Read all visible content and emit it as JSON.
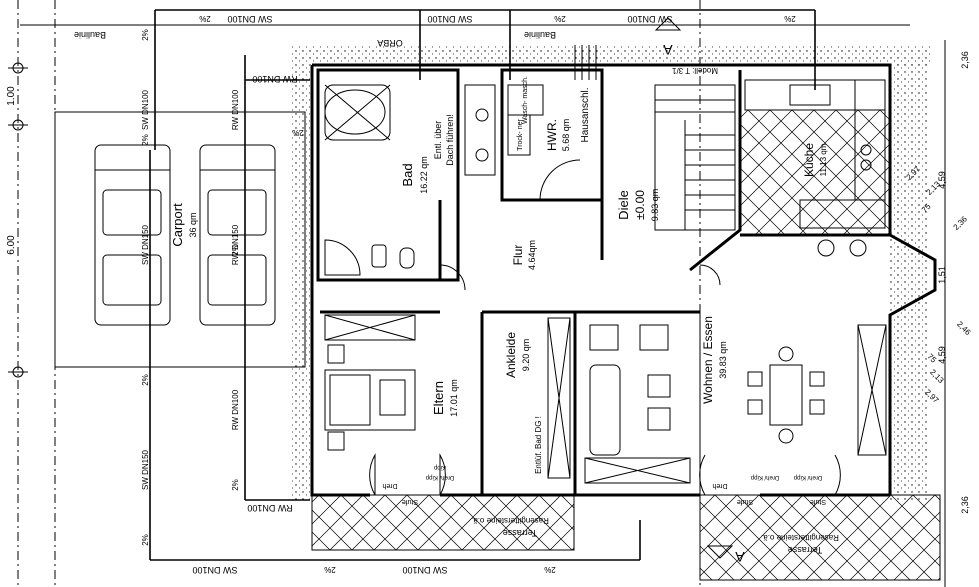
{
  "rooms": {
    "bad": {
      "name": "Bad",
      "area": "16.22 qm"
    },
    "entl": {
      "line1": "Entl. über",
      "line2": "Dach führen!"
    },
    "hwr": {
      "name": "HWR.",
      "area": "5.68 qm",
      "note": "Hausanschl."
    },
    "flur": {
      "name": "Flur",
      "area": "4.64qm"
    },
    "diele": {
      "name": "Diele",
      "level": "±0.00",
      "area": "9.83 qm"
    },
    "kueche": {
      "name": "Küche",
      "area": "11.13 qm"
    },
    "carport": {
      "name": "Carport",
      "area": "36 qm"
    },
    "ankleide": {
      "name": "Ankleide",
      "area": "9.20 qm"
    },
    "eltern": {
      "name": "Eltern",
      "area": "17.01 qm"
    },
    "wohnen": {
      "name": "Wohnen / Essen",
      "area": "39.83 qm"
    }
  },
  "equipment": {
    "trockner": "Trock-\nner",
    "waschmaschine": "Wasch-\nmasch.",
    "orba": "ORBA",
    "modell": "Modell: T 3/1",
    "entluef": "Entlüf. Bad DG !"
  },
  "pipes": {
    "sw_dn100": "SW DN100",
    "sw_dn150": "SW DN150",
    "rw_dn100": "RW DN100",
    "rw_dn150": "RW DN150",
    "baulinie": "Baulinie",
    "slope": "2%"
  },
  "terrace": {
    "title": "Terrasse",
    "material": "Rasengittersteine o.ä."
  },
  "windows": {
    "dreh": "Dreh",
    "kipp": "Kipp",
    "drehkipp": "Dreh/ Kipp",
    "stufe": "Stufe"
  },
  "section_marker": "A",
  "dimensions": {
    "d100": "1.00",
    "d600": "6.00",
    "d236a": "2,36",
    "d236b": "2,36",
    "d459a": "4,59",
    "d459b": "4,59",
    "d151": "1,51",
    "d75a": "75",
    "d75b": "75",
    "d213a": "2,13",
    "d213b": "2,13",
    "d297a": "2,97",
    "d297b": "2,97",
    "d246": "2,46",
    "d236c": "2,36"
  },
  "colors": {
    "ink": "#000000",
    "paper": "#ffffff"
  }
}
